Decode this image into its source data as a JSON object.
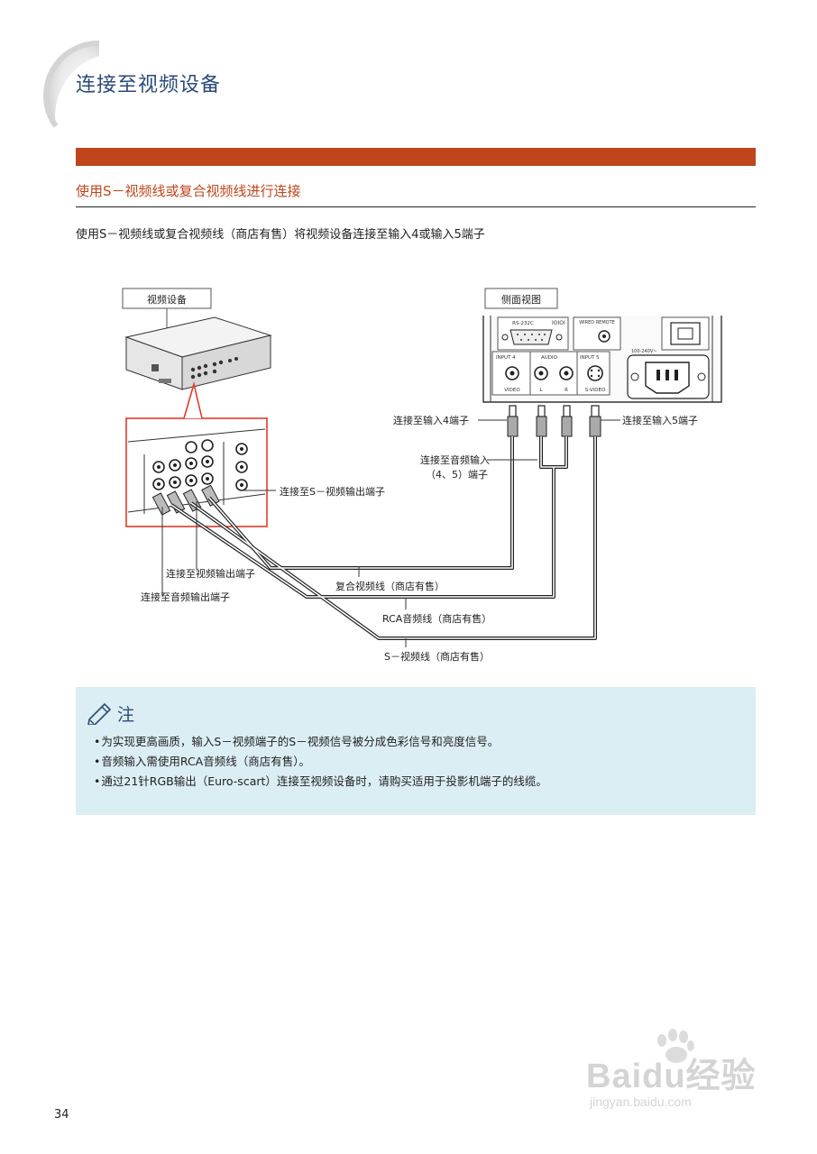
{
  "page": {
    "title": "连接至视频设备",
    "section_heading": "使用S－视频线或复合视频线进行连接",
    "intro": "使用S－视频线或复合视频线（商店有售）将视频设备连接至输入4或输入5端子",
    "page_number": "34"
  },
  "diagram": {
    "device_label": "视频设备",
    "side_view_label": "侧面视图",
    "panel": {
      "rs232c": "RS-232C",
      "wired_remote": "WIRED REMOTE",
      "voltage": "100-240V~",
      "input4": "INPUT 4",
      "audio": "AUDIO",
      "input5": "INPUT 5",
      "video": "VIDEO",
      "l": "L",
      "r": "R",
      "svideo": "S-VIDEO"
    },
    "callouts": {
      "to_input4": "连接至输入4端子",
      "to_input5": "连接至输入5端子",
      "to_audio_in_1": "连接至音频输入",
      "to_audio_in_2": "（4、5）端子",
      "to_svideo_out": "连接至S－视频输出端子",
      "to_video_out": "连接至视频输出端子",
      "to_audio_out": "连接至音频输出端子",
      "composite_cable": "复合视频线（商店有售）",
      "rca_cable": "RCA音频线（商店有售）",
      "svideo_cable": "S－视频线（商店有售）"
    }
  },
  "note": {
    "title": "注",
    "items": [
      "为实现更高画质，输入S－视频端子的S－视频信号被分成色彩信号和亮度信号。",
      "音频输入需使用RCA音频线（商店有售）。",
      "通过21针RGB输出（Euro-scart）连接至视频设备时，请购买适用于投影机端子的线缆。"
    ]
  },
  "watermark": {
    "logo": "Baidu经验",
    "url": "jingyan.baidu.com"
  },
  "colors": {
    "accent_bar": "#c0451c",
    "title_blue": "#2a4a7a",
    "note_bg": "#dbeef4",
    "highlight_red": "#e23a2a"
  }
}
